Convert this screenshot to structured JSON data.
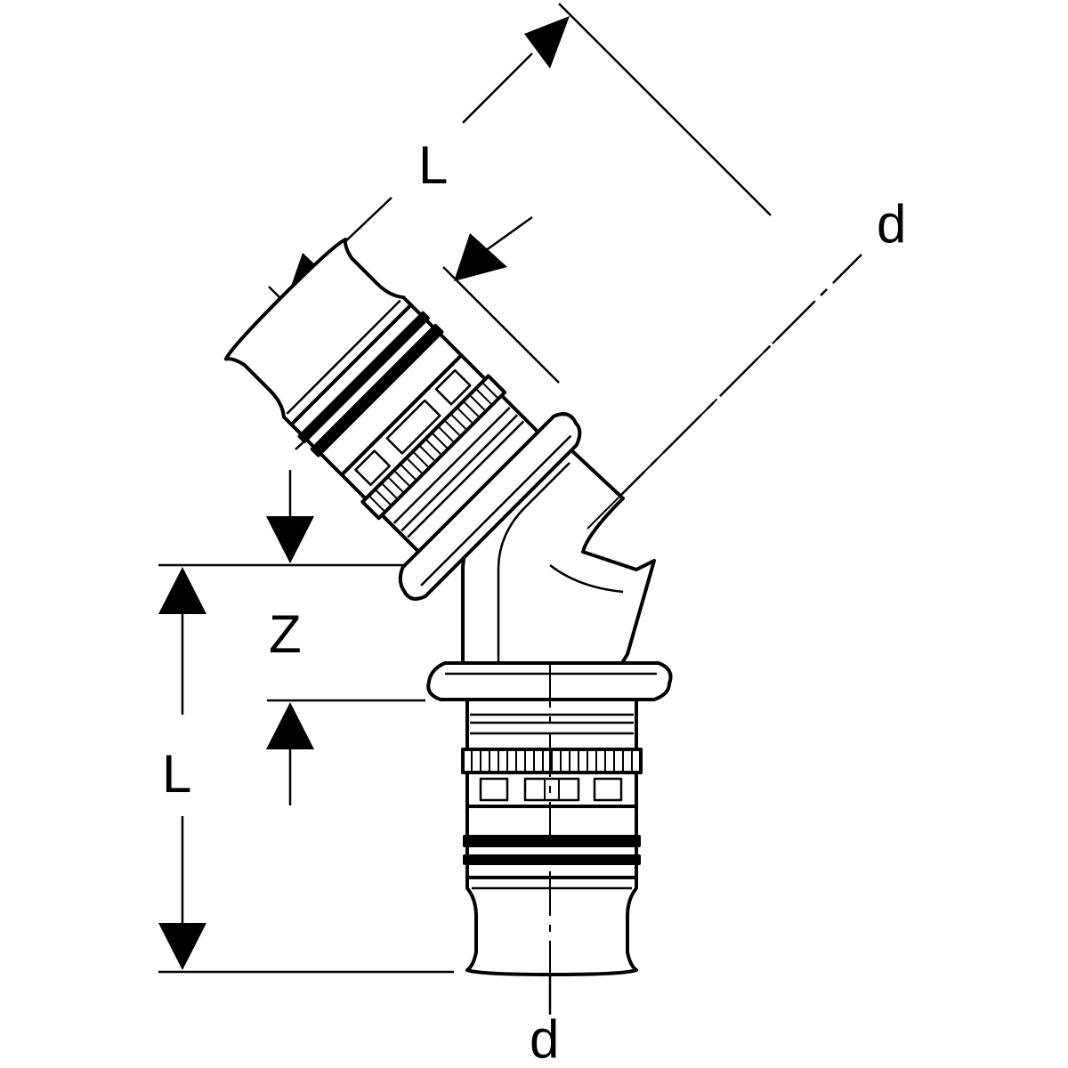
{
  "labels": {
    "length_upper": "L",
    "z_upper": "Z",
    "diameter_upper": "d",
    "z_lower": "Z",
    "length_lower": "L",
    "diameter_lower": "d"
  },
  "colors": {
    "ink": "#000000",
    "background": "#ffffff"
  }
}
